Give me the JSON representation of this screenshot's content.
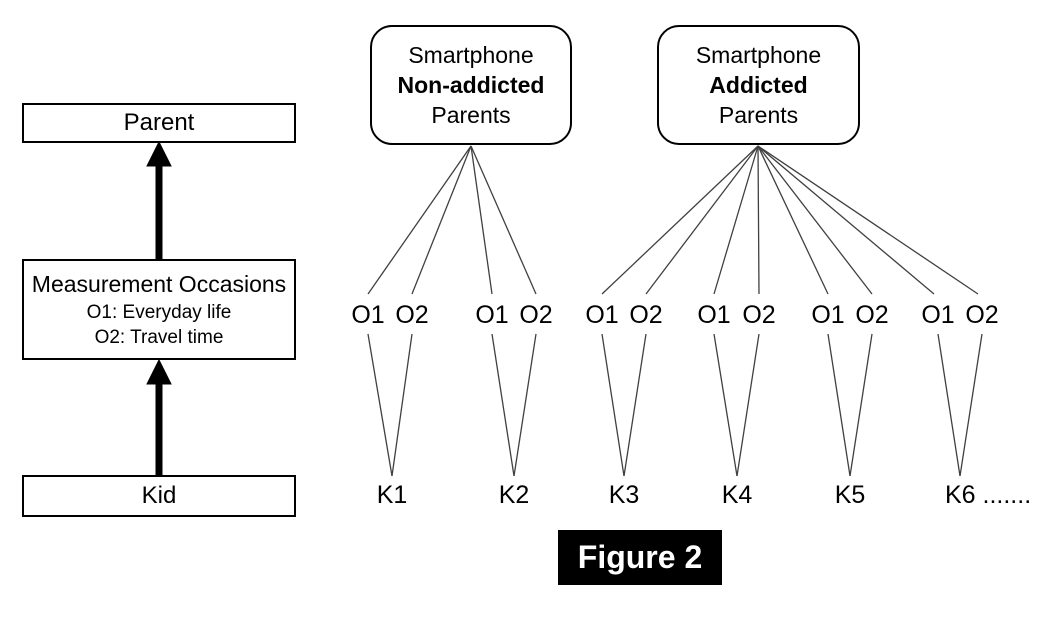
{
  "figure": {
    "label": "Figure 2"
  },
  "hierarchy": {
    "parent_box": "Parent",
    "occasions_box": {
      "title": "Measurement Occasions",
      "o1_desc": "O1: Everyday life",
      "o2_desc": "O2: Travel time"
    },
    "kid_box": "Kid"
  },
  "groups": [
    {
      "top": "Smartphone",
      "middle": "Non-addicted",
      "bottom": "Parents"
    },
    {
      "top": "Smartphone",
      "middle": "Addicted",
      "bottom": "Parents"
    }
  ],
  "occasion_labels": [
    "O1",
    "O2",
    "O1",
    "O2",
    "O1",
    "O2",
    "O1",
    "O2",
    "O1",
    "O2",
    "O1",
    "O2"
  ],
  "kid_labels": [
    "K1",
    "K2",
    "K3",
    "K4",
    "K5",
    "K6 ......."
  ],
  "colors": {
    "line": "#404040",
    "border": "#000000",
    "figure_bg": "#000000",
    "figure_text": "#ffffff"
  }
}
